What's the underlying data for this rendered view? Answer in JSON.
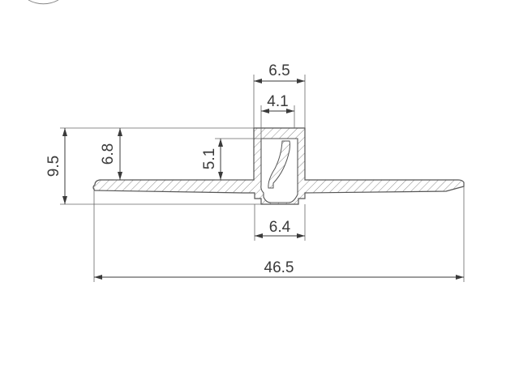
{
  "dimensions": {
    "top_width": "6.5",
    "inner_opening": "4.1",
    "total_height": "9.5",
    "channel_height": "6.8",
    "inner_depth": "5.1",
    "bottom_width": "6.4",
    "overall_width": "46.5"
  },
  "colors": {
    "line": "#3a3a3a",
    "hatch": "#8a8a8a",
    "background": "#ffffff"
  }
}
